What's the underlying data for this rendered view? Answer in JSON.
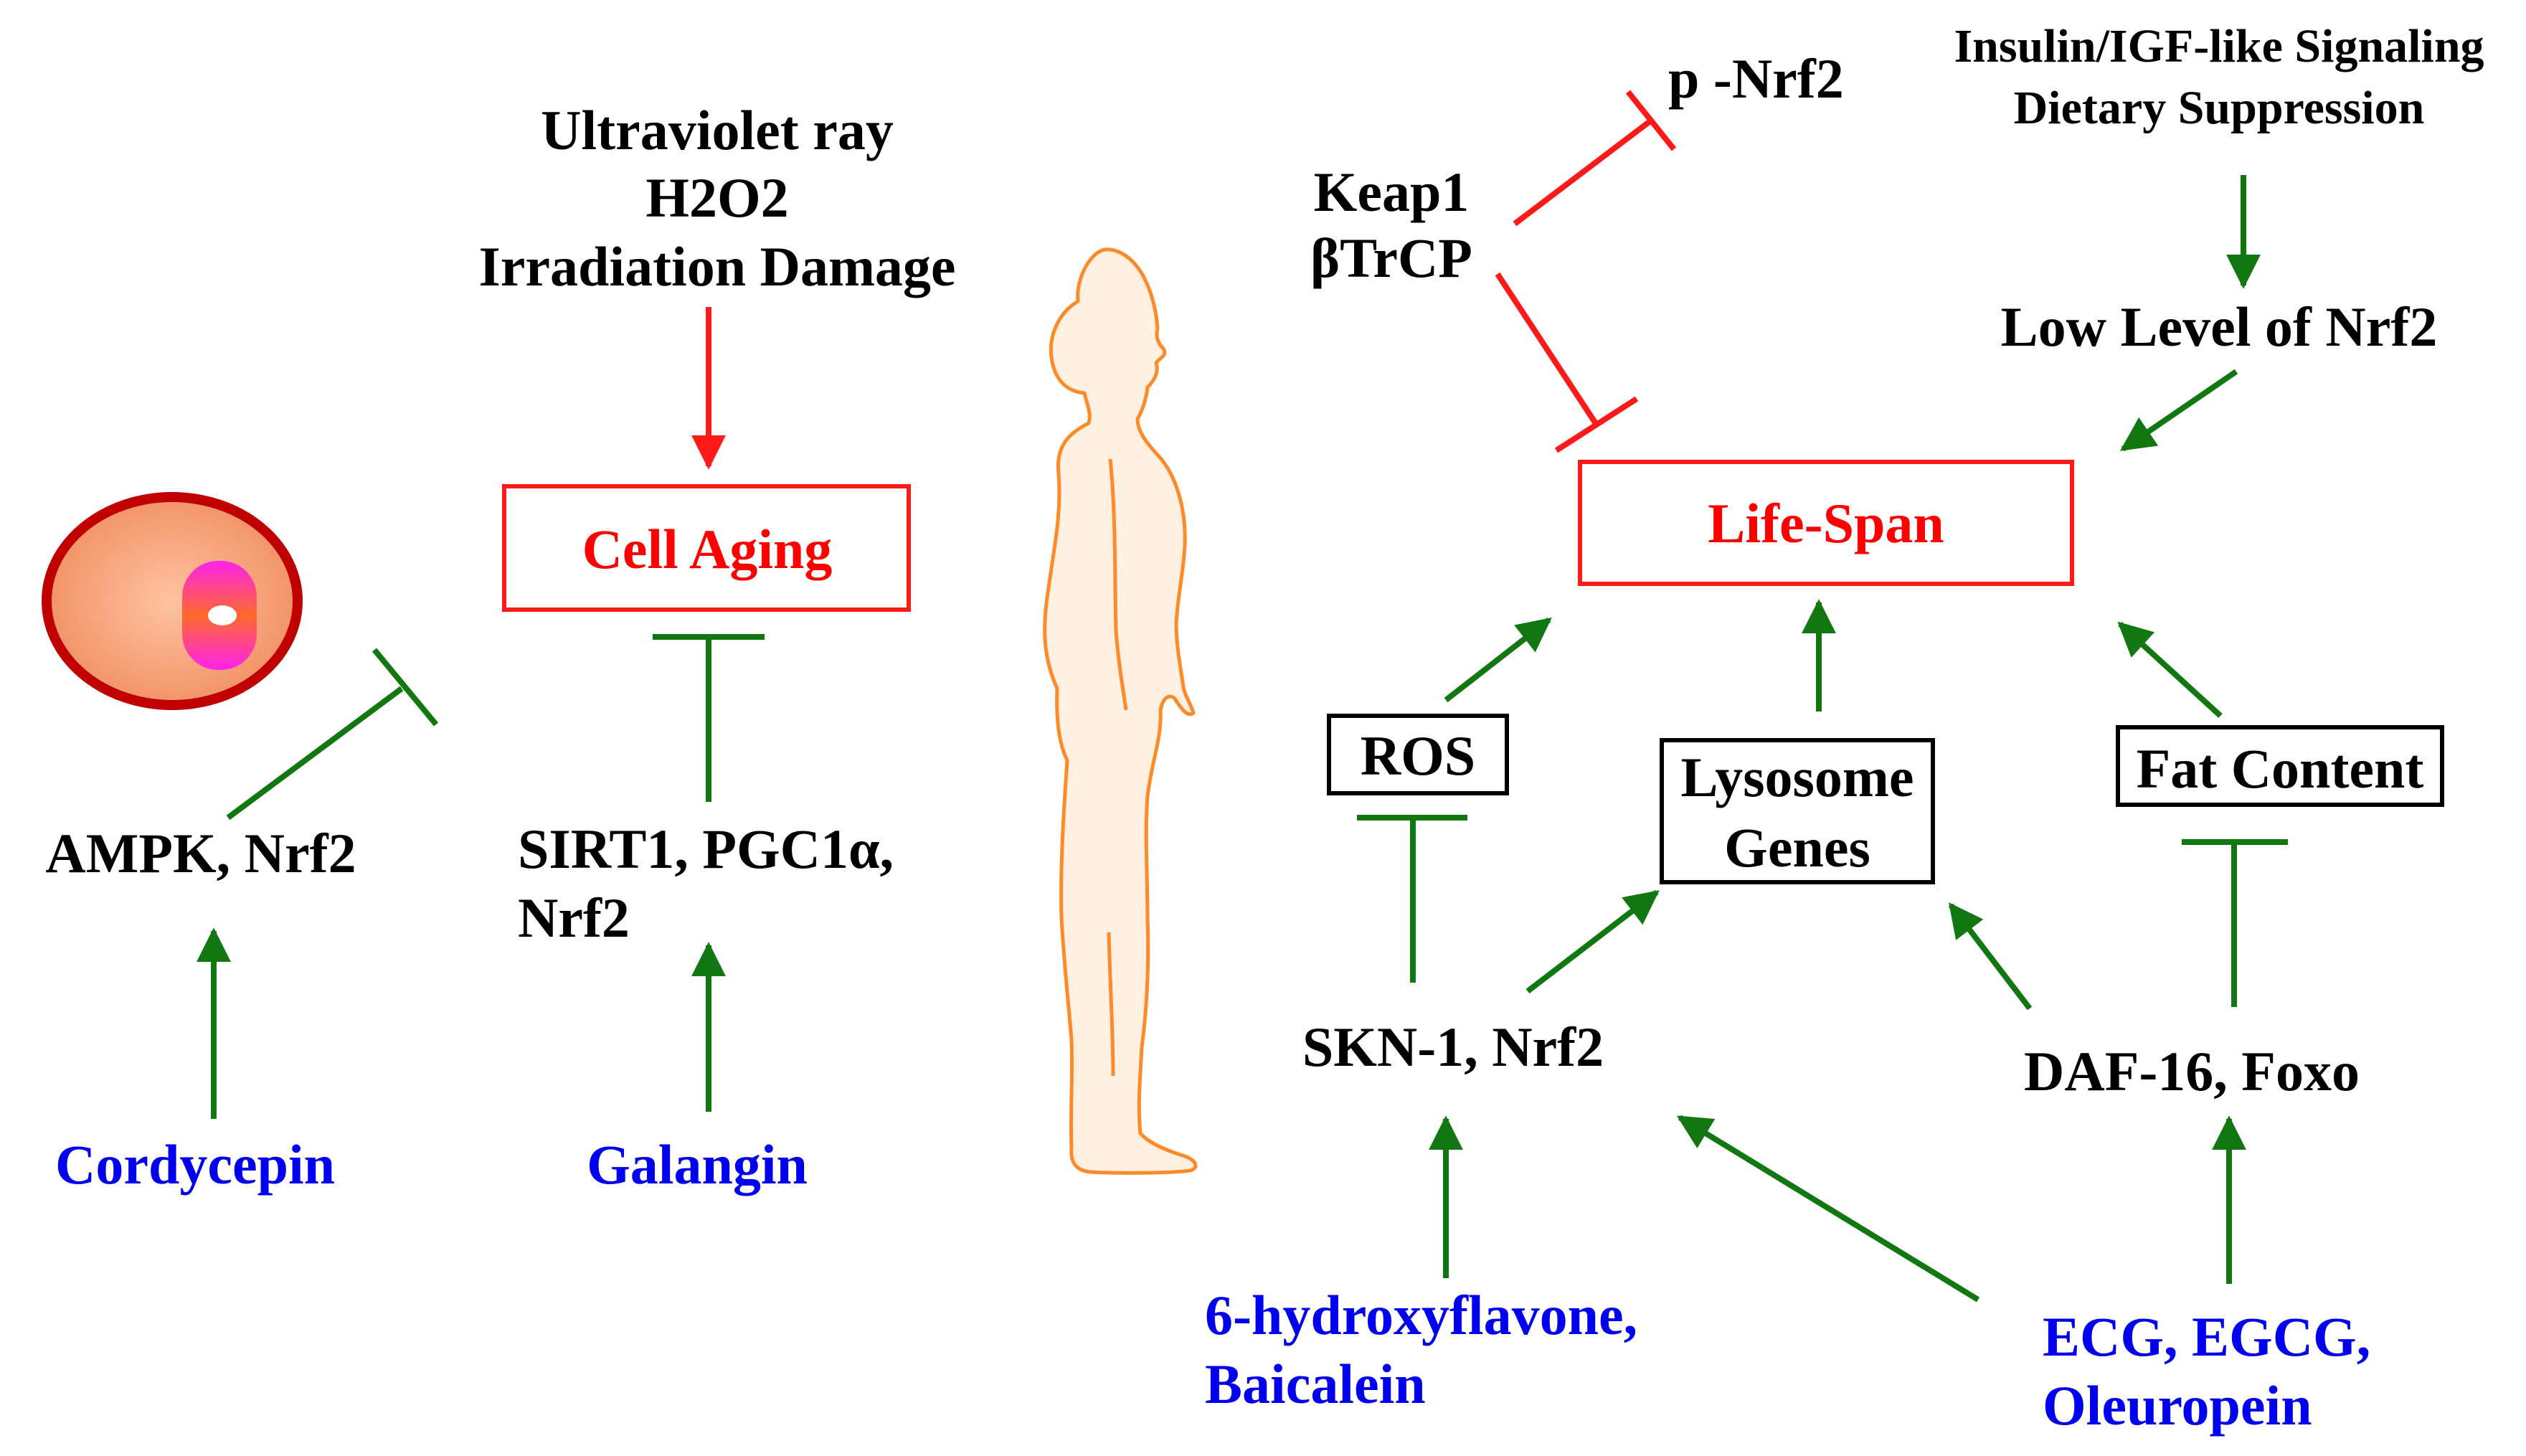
{
  "colors": {
    "activation": "#117711",
    "inhibition_red": "#ff1a1a",
    "drug_text": "#0000ee",
    "target_text": "#ff0000",
    "body_outline": "#ff8a2a",
    "body_fill": "#fff0e2"
  },
  "left_panel": {
    "compound_1": "Cordycepin",
    "node_1": "AMPK, Nrf2",
    "cell_icon": "cell-icon",
    "stress_line_1": "Ultraviolet ray",
    "stress_line_2": "H2O2",
    "stress_line_3": "Irradiation Damage",
    "target": "Cell Aging",
    "node_2_line_1": "SIRT1, PGC1α,",
    "node_2_line_2": "Nrf2",
    "compound_2": "Galangin"
  },
  "human_icon": "human-body-icon",
  "right_panel": {
    "p_nrf2": "p -Nrf2",
    "keap1": "Keap1",
    "btrcp": "βTrCP",
    "signal_line_1": "Insulin/IGF-like Signaling",
    "signal_line_2": "Dietary Suppression",
    "low_nrf2": "Low Level of Nrf2",
    "target": "Life-Span",
    "ros": "ROS",
    "lysosome_line_1": "Lysosome",
    "lysosome_line_2": "Genes",
    "fat": "Fat Content",
    "skn": "SKN-1, Nrf2",
    "daf": "DAF-16, Foxo",
    "compound_3_line_1": "6-hydroxyflavone,",
    "compound_3_line_2": "Baicalein",
    "compound_4_line_1": "ECG, EGCG,",
    "compound_4_line_2": "Oleuropein"
  }
}
